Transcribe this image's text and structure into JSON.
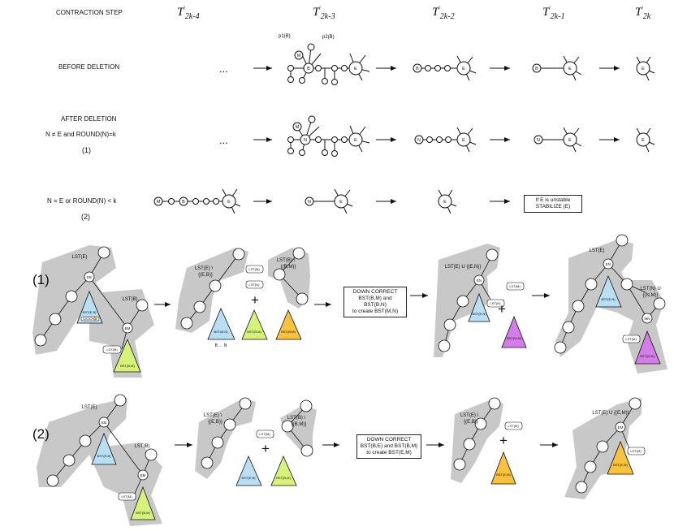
{
  "header": {
    "contraction_step": "CONTRACTION STEP",
    "columns": [
      {
        "base": "T",
        "sup": "'",
        "sub": "2k-4"
      },
      {
        "base": "T",
        "sup": "'",
        "sub": "2k-3"
      },
      {
        "base": "T",
        "sup": "'",
        "sub": "2k-2"
      },
      {
        "base": "T",
        "sup": "'",
        "sub": "2k-1"
      },
      {
        "base": "T",
        "sup": "'",
        "sub": "2k"
      }
    ]
  },
  "rows": {
    "before": "BEFORE DELETION",
    "after_line1": "AFTER DELETION",
    "after_line2": "N ≠ E and ROUND(N)=k",
    "after_line3": "(1)",
    "case2_line1": "N = E or ROUND(N) < k",
    "case2_line2": "(2)",
    "ellipsis": "..."
  },
  "labels": {
    "p1b": "p1(B)",
    "p2b": "p2(B)",
    "node_m": "M",
    "node_b": "B",
    "node_e": "E",
    "node_n": "N",
    "stabilize_line1": "If E is unstable",
    "stabilize_line2": "STABILIZE (E)"
  },
  "bottom": {
    "case1": "(1)",
    "case2": "(2)",
    "lste": "LST(E)",
    "lstb": "LST(B)",
    "lste_minus_eb_1": "LST(E) \\",
    "lste_minus_eb_2": "{(E,B)}",
    "lstb_minus_bm_1": "LST(B) \\",
    "lstb_minus_bm_2": "{(B,M)}",
    "lstm": "LST(M)",
    "lstn": "LST(N)",
    "bst_eb": "BST(E,B)",
    "bst_bm": "BST(B,M)",
    "bst_bn": "BST(B,N)",
    "bst_en": "BST(E,N)",
    "bst_mn": "BST(M,N)",
    "bst_em": "BST(E,M)",
    "node_eb": "EB",
    "node_bm": "BM",
    "node_en": "EN",
    "node_mn": "MN",
    "node_em": "EM",
    "b_to_n": "B ← N",
    "plus": "+",
    "dc1_line1": "DOWN CORRECT",
    "dc1_line2": "BST(B,M) and BST(B,N)",
    "dc1_line3": "to create BST(M,N)",
    "dc2_line1": "DOWN CORRECT",
    "dc2_line2": "BST(B,E) and BST(B,M)",
    "dc2_line3": "to create BST(E,M)",
    "lste_union_en": "LST(E) U {(E,N)}",
    "lstn_union_1": "LST(N) U",
    "lstn_union_2": "{(N,M)}",
    "lste_union_em": "LST(E) U {(E,M)}"
  },
  "colors": {
    "blue": "#b9dff4",
    "green": "#d7f27a",
    "orange": "#f8c23e",
    "purple": "#d47ce8",
    "gray": "#c8c8c8"
  }
}
